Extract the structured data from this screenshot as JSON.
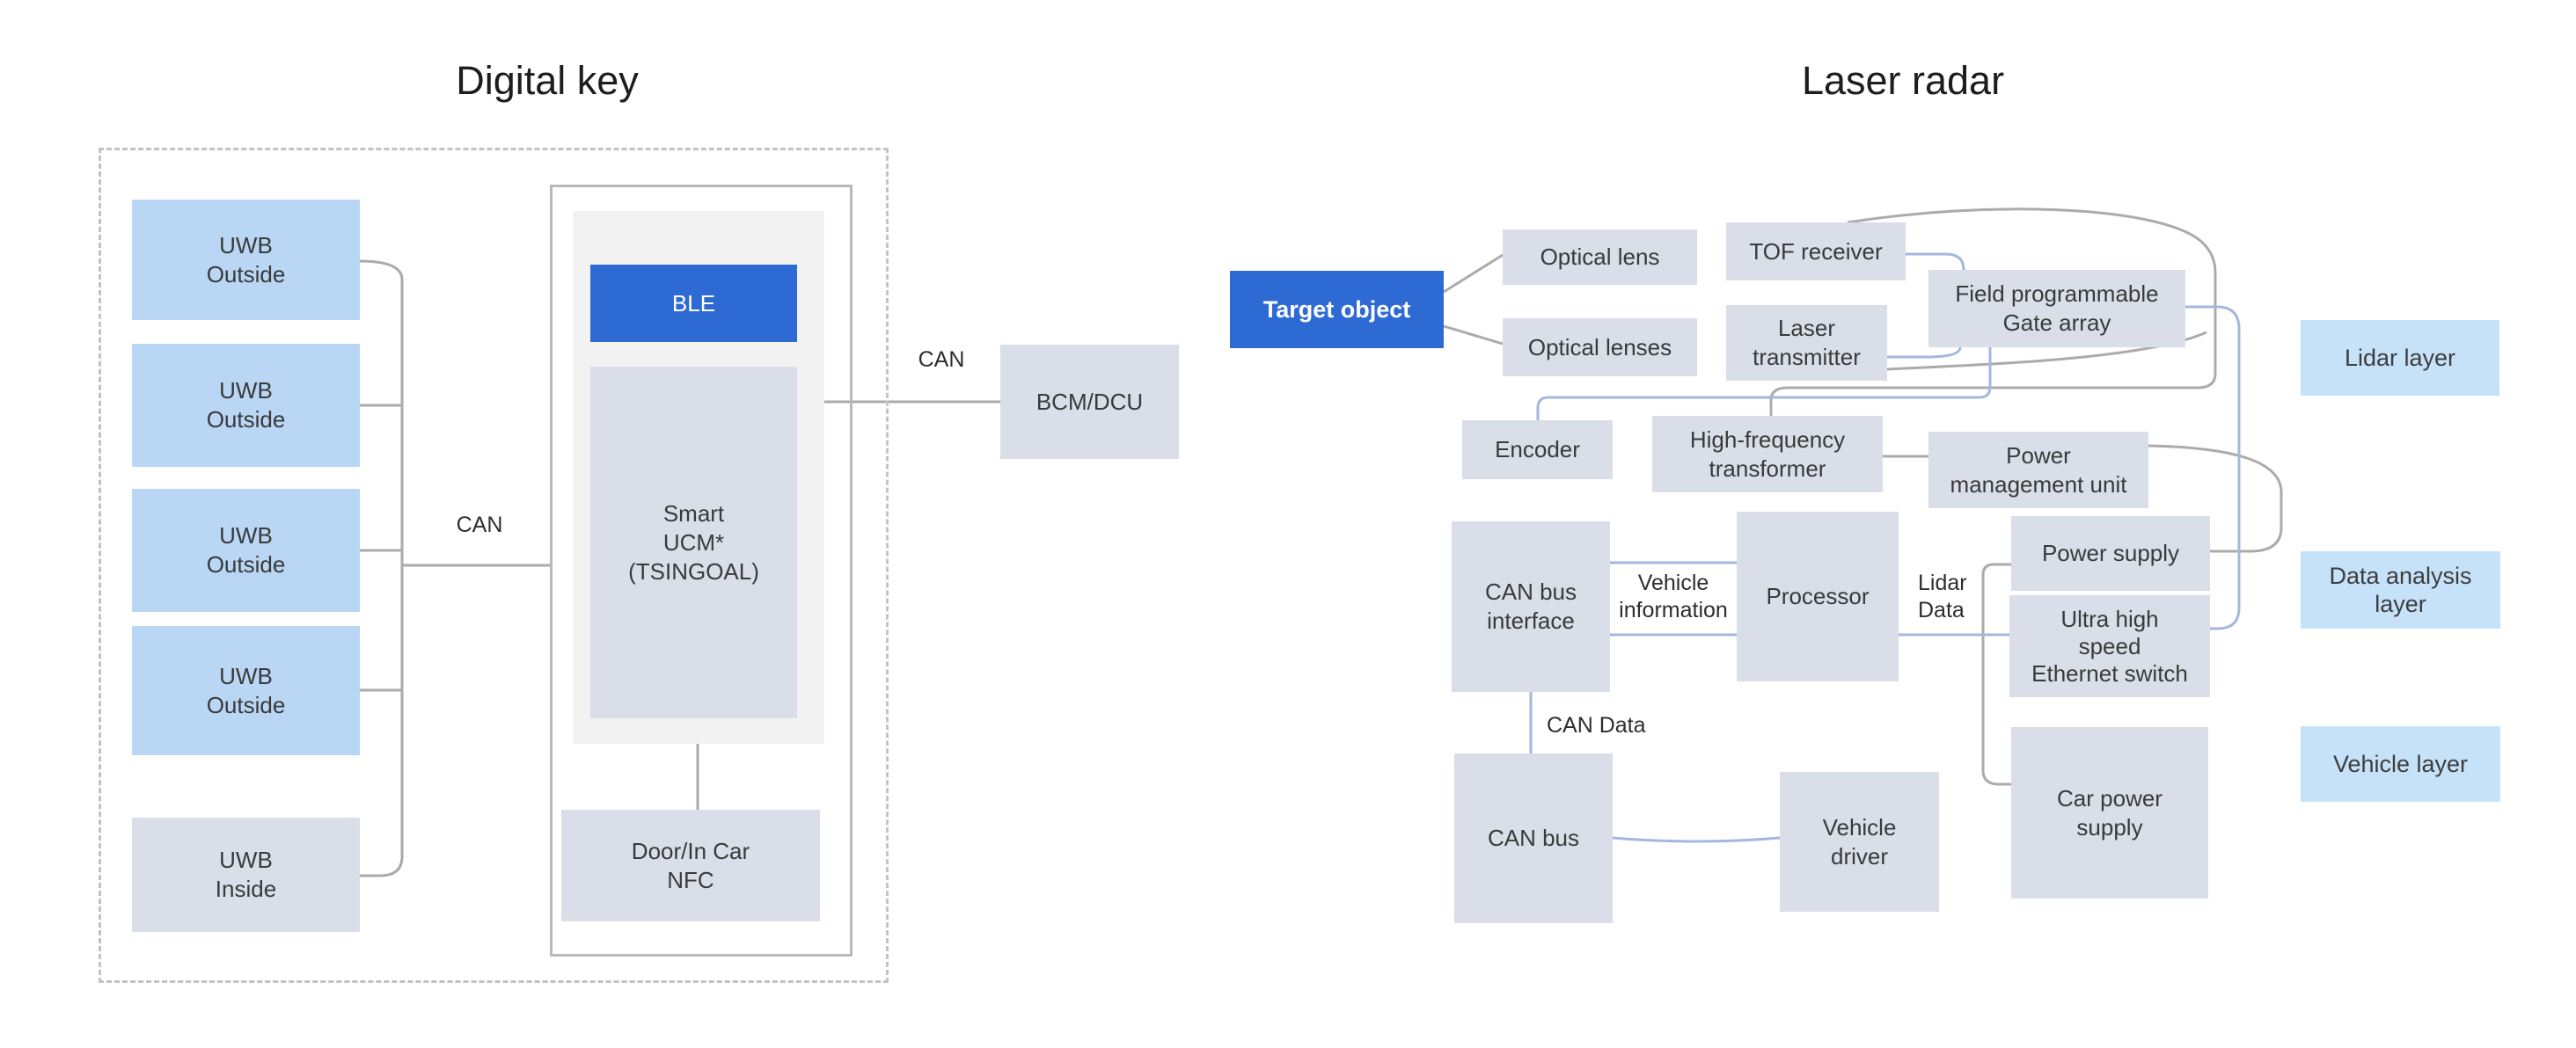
{
  "digital_key": {
    "title": "Digital key",
    "nodes": {
      "uwb_outside_1": "UWB\nOutside",
      "uwb_outside_2": "UWB\nOutside",
      "uwb_outside_3": "UWB\nOutside",
      "uwb_outside_4": "UWB\nOutside",
      "uwb_inside": "UWB\nInside",
      "ble": "BLE",
      "smart_ucm": "Smart\nUCM*\n(TSINGOAL)",
      "nfc": "Door/In Car\nNFC",
      "bcm_dcu": "BCM/DCU"
    },
    "labels": {
      "can_inner": "CAN",
      "can_outer": "CAN"
    }
  },
  "laser_radar": {
    "title": "Laser radar",
    "nodes": {
      "target_object": "Target object",
      "optical_lens": "Optical lens",
      "optical_lenses": "Optical lenses",
      "tof_receiver": "TOF receiver",
      "laser_transmitter": "Laser\ntransmitter",
      "fpga": "Field programmable\nGate array",
      "encoder": "Encoder",
      "hf_transformer": "High-frequency\ntransformer",
      "power_management_unit": "Power\nmanagement unit",
      "can_bus_interface": "CAN bus\ninterface",
      "processor": "Processor",
      "power_supply": "Power supply",
      "ethernet_switch": "Ultra high\nspeed\nEthernet switch",
      "can_bus": "CAN bus",
      "vehicle_driver": "Vehicle\ndriver",
      "car_power_supply": "Car power\nsupply"
    },
    "labels": {
      "vehicle_information": "Vehicle\ninformation",
      "lidar_data": "Lidar\nData",
      "can_data": "CAN Data"
    },
    "layers": {
      "lidar": "Lidar layer",
      "data_analysis": "Data analysis\nlayer",
      "vehicle": "Vehicle layer"
    }
  },
  "colors": {
    "accent_blue": "#2e6ad4",
    "light_blue_box": "#b9d6f4",
    "layer_blue_box": "#c6e2f9",
    "gray_box": "#d9dee8",
    "gray_line": "#ababab",
    "periwinkle_line": "#a6b7de"
  }
}
